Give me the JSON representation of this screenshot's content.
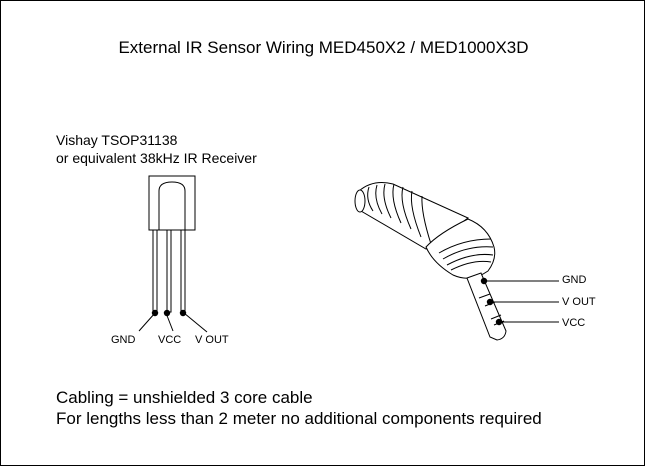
{
  "title": "External IR Sensor Wiring MED450X2 / MED1000X3D",
  "sensor": {
    "name": "Vishay TSOP31138",
    "description": "or equivalent 38kHz IR Receiver",
    "pins": [
      "GND",
      "VCC",
      "V OUT"
    ]
  },
  "jack": {
    "labels": [
      "GND",
      "V OUT",
      "VCC"
    ]
  },
  "notes": [
    "Cabling = unshielded 3 core cable",
    "For lengths less than 2 meter no additional components required"
  ]
}
